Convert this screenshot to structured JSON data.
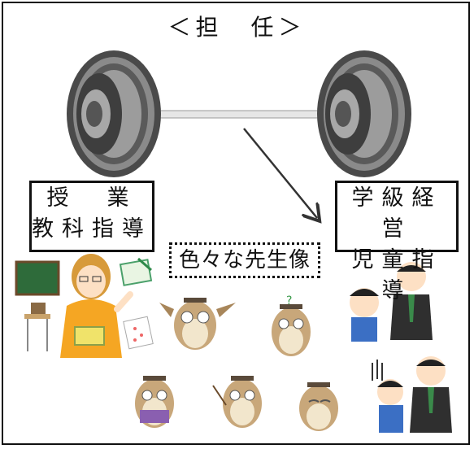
{
  "title": "＜担　任＞",
  "left_box": {
    "line1": "授　業",
    "line2": "教科指導"
  },
  "right_box": {
    "line1": "学級経営",
    "line2": "児童指導"
  },
  "center_label": "色々な先生像",
  "colors": {
    "tire_dark": "#3c3c3c",
    "tire_mid": "#6e6e6e",
    "tire_light": "#a8a8a8",
    "owl_body": "#c8a77a",
    "owl_belly": "#f2e6cc",
    "cap": "#5a4a3a",
    "teacher_shirt": "#f5a623",
    "blackboard": "#2e6b3a",
    "boy_shirt": "#3b6fc4",
    "suit": "#2f2f2f"
  },
  "icons": [
    "tire-left-icon",
    "tire-right-icon",
    "axle-icon",
    "arrow-icon",
    "teacher-icon",
    "blackboard-icon",
    "desk-icon",
    "notebook-icon",
    "paper-icon",
    "owl-icon",
    "boy-scolded-icon",
    "man-suit-icon",
    "question-mark-icon"
  ]
}
